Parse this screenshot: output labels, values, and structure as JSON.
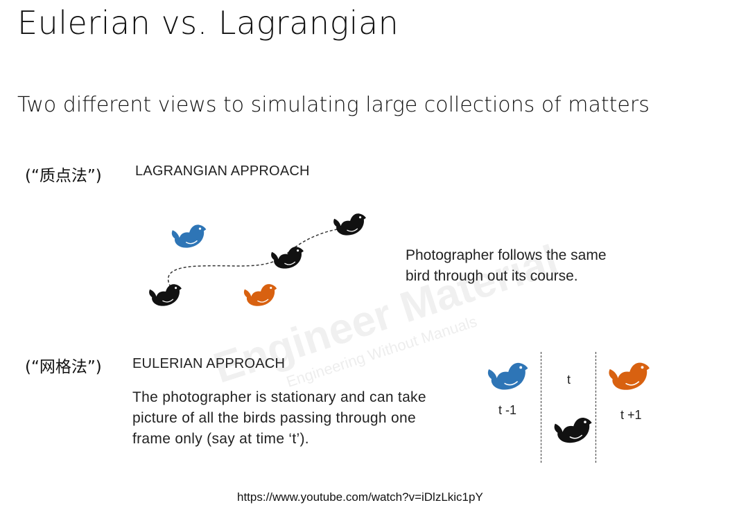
{
  "slide": {
    "title": "Eulerian vs. Lagrangian",
    "subtitle": "Two different views to simulating large collections of matters"
  },
  "lagrangian": {
    "zh_label": "(“质点法”)",
    "heading": "LAGRANGIAN APPROACH",
    "description_line1": "Photographer follows the same",
    "description_line2": "bird through out its course."
  },
  "eulerian": {
    "zh_label": "(“网格法”)",
    "heading": "EULERIAN APPROACH",
    "description_line1": "The photographer is stationary and can take",
    "description_line2": "picture of all the birds passing through one",
    "description_line3": "frame only (say at time  ‘t’).",
    "time_prev": "t -1",
    "time_now": "t",
    "time_next": "t +1"
  },
  "watermark": {
    "brand": "Engineer Material",
    "tagline": "Engineering Without Manuals"
  },
  "footer": {
    "url": "https://www.youtube.com/watch?v=iDlzLkic1pY"
  },
  "colors": {
    "bird_blue": "#2e75b6",
    "bird_orange": "#d86110",
    "bird_black": "#111111"
  }
}
